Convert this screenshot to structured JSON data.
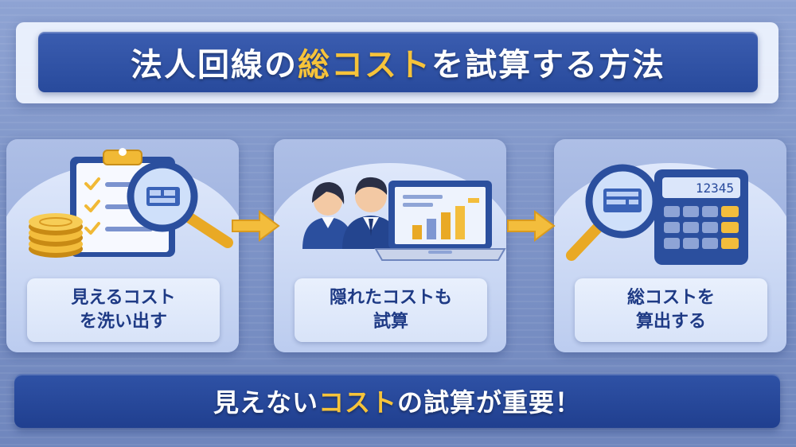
{
  "title": {
    "prefix": "法人回線の",
    "highlight": "総コスト",
    "suffix": "を試算する方法"
  },
  "steps": [
    {
      "line1": "見えるコスト",
      "line2": "を洗い出す"
    },
    {
      "line1": "隠れたコストも",
      "line2": "試算"
    },
    {
      "line1": "総コストを",
      "line2": "算出する"
    }
  ],
  "calculator": {
    "display": "12345"
  },
  "footer": {
    "prefix": "見えない",
    "highlight": "コスト",
    "suffix": "の試算が重要！"
  },
  "colors": {
    "navy": "#284a9c",
    "accent_yellow": "#f6c33a",
    "label_text": "#1e3a85"
  },
  "icons": [
    "clipboard-checklist-icon",
    "magnifier-icon",
    "coin-stack-icon",
    "arrow-right-icon",
    "business-people-icon",
    "laptop-chart-icon",
    "calculator-icon"
  ]
}
